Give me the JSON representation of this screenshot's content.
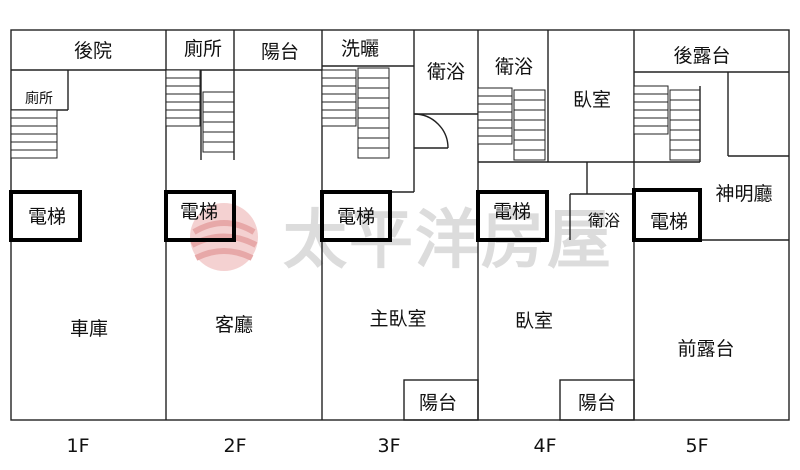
{
  "floors": [
    {
      "label": "1F",
      "rooms": {
        "back_yard": "後院",
        "toilet": "廁所",
        "elevator": "電梯",
        "garage": "車庫"
      }
    },
    {
      "label": "2F",
      "rooms": {
        "toilet": "廁所",
        "balcony": "陽台",
        "elevator": "電梯",
        "living_room": "客廳"
      }
    },
    {
      "label": "3F",
      "rooms": {
        "laundry": "洗曬",
        "bathroom": "衛浴",
        "elevator": "電梯",
        "master_bedroom": "主臥室",
        "balcony": "陽台"
      }
    },
    {
      "label": "4F",
      "rooms": {
        "bathroom_top": "衛浴",
        "bedroom_top": "臥室",
        "elevator": "電梯",
        "bathroom_small": "衛浴",
        "bedroom": "臥室",
        "balcony": "陽台"
      }
    },
    {
      "label": "5F",
      "rooms": {
        "rear_terrace": "後露台",
        "shrine_hall": "神明廳",
        "elevator": "電梯",
        "front_terrace": "前露台"
      }
    }
  ],
  "watermark": {
    "text": "太平洋房屋"
  },
  "colors": {
    "line": "#222222",
    "watermark_text": "#d9d9d9",
    "watermark_logo": "#e8a0a0"
  }
}
